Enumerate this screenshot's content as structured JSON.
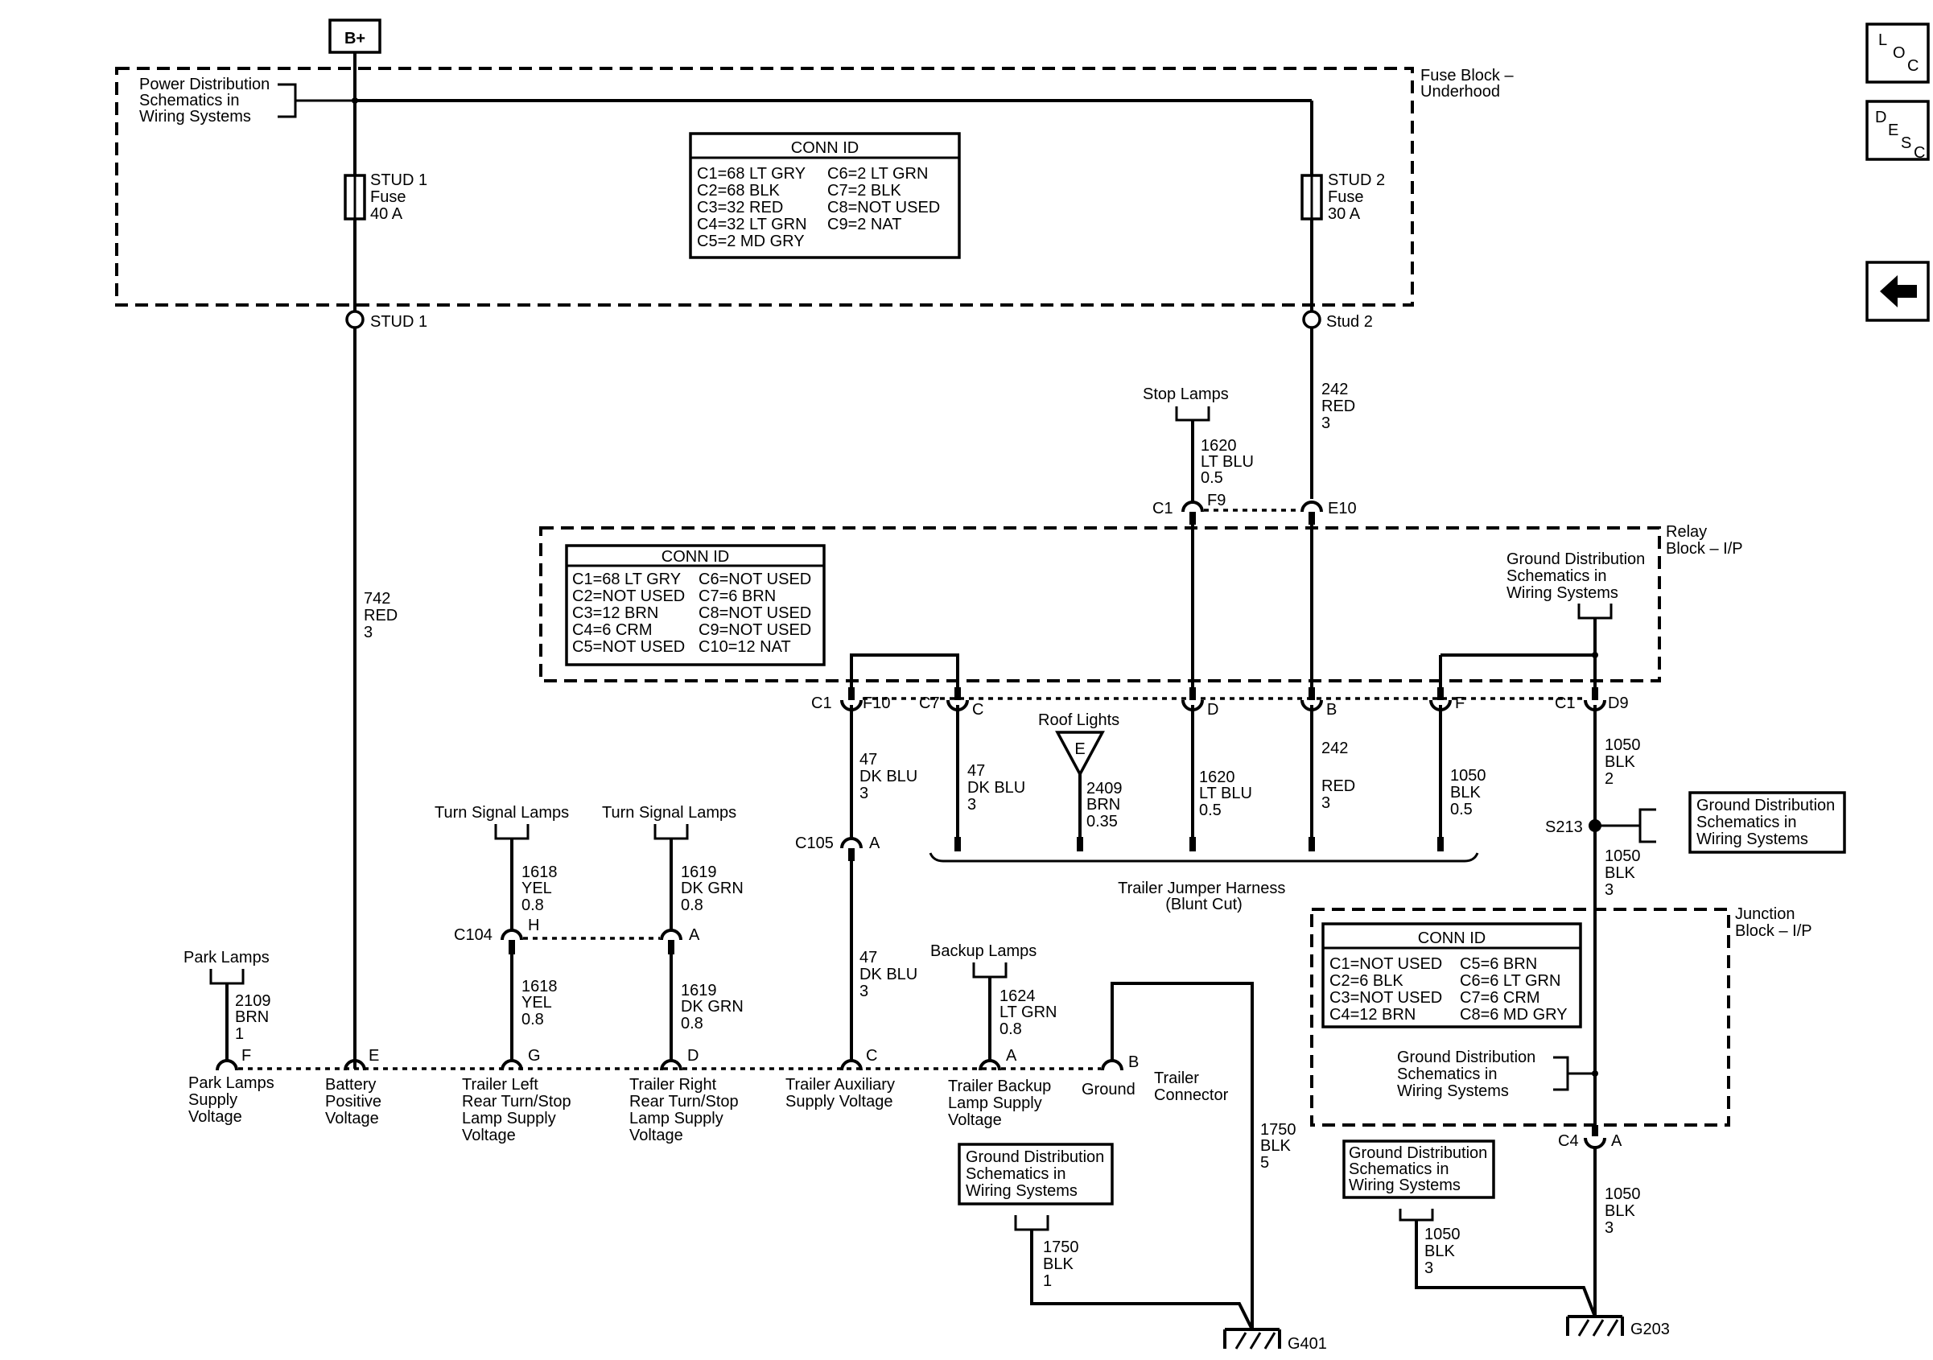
{
  "power": {
    "label": "B+"
  },
  "fuse_block": {
    "title": [
      "Fuse Block –",
      "Underhood"
    ],
    "power_ref": [
      "Power Distribution",
      "Schematics in",
      "Wiring Systems"
    ],
    "conn_id_title": "CONN ID",
    "conn_id_col1": [
      "C1=68 LT GRY",
      "C2=68 BLK",
      "C3=32 RED",
      "C4=32 LT GRN",
      "C5=2 MD GRY"
    ],
    "conn_id_col2": [
      "C6=2 LT GRN",
      "C7=2 BLK",
      "C8=NOT USED",
      "C9=2 NAT"
    ],
    "fuse1": [
      "STUD 1",
      "Fuse",
      "40 A"
    ],
    "fuse2": [
      "STUD 2",
      "Fuse",
      "30 A"
    ],
    "stud1_label": "STUD 1",
    "stud2_label": "Stud 2"
  },
  "relay_block": {
    "title": [
      "Relay",
      "Block – I/P"
    ],
    "conn_id_title": "CONN ID",
    "conn_id_col1": [
      "C1=68 LT GRY",
      "C2=NOT USED",
      "C3=12 BRN",
      "C4=6 CRM",
      "C5=NOT USED"
    ],
    "conn_id_col2": [
      "C6=NOT USED",
      "C7=6 BRN",
      "C8=NOT USED",
      "C9=NOT USED",
      "C10=12 NAT"
    ],
    "ground_ref": [
      "Ground Distribution",
      "Schematics in",
      "Wiring Systems"
    ]
  },
  "junction_block": {
    "title": [
      "Junction",
      "Block – I/P"
    ],
    "conn_id_title": "CONN ID",
    "conn_id_col1": [
      "C1=NOT USED",
      "C2=6 BLK",
      "C3=NOT USED",
      "C4=12 BRN"
    ],
    "conn_id_col2": [
      "C5=6 BRN",
      "C6=6 LT GRN",
      "C7=6 CRM",
      "C8=6 MD GRY"
    ],
    "ground_ref": [
      "Ground Distribution",
      "Schematics in",
      "Wiring Systems"
    ]
  },
  "wires": {
    "w742": [
      "742",
      "RED",
      "3"
    ],
    "w242_top": [
      "242",
      "RED",
      "3"
    ],
    "w1620_top": [
      "1620",
      "LT BLU",
      "0.5"
    ],
    "w47_a": [
      "47",
      "DK BLU",
      "3"
    ],
    "w47_b": [
      "47",
      "DK BLU",
      "3"
    ],
    "w47_c": [
      "47",
      "DK BLU",
      "3"
    ],
    "w2409": [
      "2409",
      "BRN",
      "0.35"
    ],
    "w1620_bot": [
      "1620",
      "LT BLU",
      "0.5"
    ],
    "w242_bot": [
      "242",
      "RED",
      "3"
    ],
    "w1050_relay": [
      "1050",
      "BLK",
      "0.5"
    ],
    "w1050_d9": [
      "1050",
      "BLK",
      "2"
    ],
    "w1050_s213": [
      "1050",
      "BLK",
      "3"
    ],
    "w1050_c4": [
      "1050",
      "BLK",
      "3"
    ],
    "w1050_g203": [
      "1050",
      "BLK",
      "3"
    ],
    "w1618_top": [
      "1618",
      "YEL",
      "0.8"
    ],
    "w1618_bot": [
      "1618",
      "YEL",
      "0.8"
    ],
    "w1619_top": [
      "1619",
      "DK GRN",
      "0.8"
    ],
    "w1619_bot": [
      "1619",
      "DK GRN",
      "0.8"
    ],
    "w2109": [
      "2109",
      "BRN",
      "1"
    ],
    "w1624": [
      "1624",
      "LT GRN",
      "0.8"
    ],
    "w1750_tc": [
      "1750",
      "BLK",
      "5"
    ],
    "w1750_gd": [
      "1750",
      "BLK",
      "1"
    ]
  },
  "connectors": {
    "c1_f9": [
      "C1",
      "F9"
    ],
    "e10": "E10",
    "c1_f10": [
      "C1",
      "F10"
    ],
    "c7_c": [
      "C7",
      "C"
    ],
    "d": "D",
    "b": "B",
    "f": "F",
    "c1_d9": [
      "C1",
      "D9"
    ],
    "c105_a": [
      "C105",
      "A"
    ],
    "c104_h": [
      "C104",
      "H"
    ],
    "a_c104": "A",
    "s213": "S213",
    "c4_a": [
      "C4",
      "A"
    ],
    "trailer_pins": [
      "F",
      "E",
      "G",
      "D",
      "C",
      "A",
      "B"
    ]
  },
  "components": {
    "stop_lamps": "Stop Lamps",
    "roof_lights": "Roof Lights",
    "roof_lights_symbol": "E",
    "turn_signal_left": "Turn Signal Lamps",
    "turn_signal_right": "Turn Signal Lamps",
    "park_lamps": "Park Lamps",
    "backup_lamps": "Backup Lamps",
    "jumper_harness": [
      "Trailer Jumper Harness",
      "(Blunt Cut)"
    ],
    "trailer_connector": [
      "Trailer",
      "Connector"
    ],
    "ground_ref_s213": [
      "Ground Distribution",
      "Schematics in",
      "Wiring Systems"
    ],
    "ground_ref_g401": [
      "Ground Distribution",
      "Schematics in",
      "Wiring Systems"
    ],
    "ground_ref_g203": [
      "Ground Distribution",
      "Schematics in",
      "Wiring Systems"
    ],
    "g401": "G401",
    "g203": "G203"
  },
  "pin_functions": {
    "park": [
      "Park Lamps",
      "Supply",
      "Voltage"
    ],
    "battery": [
      "Battery",
      "Positive",
      "Voltage"
    ],
    "left": [
      "Trailer Left",
      "Rear Turn/Stop",
      "Lamp Supply",
      "Voltage"
    ],
    "right": [
      "Trailer Right",
      "Rear Turn/Stop",
      "Lamp Supply",
      "Voltage"
    ],
    "aux": [
      "Trailer Auxiliary",
      "Supply Voltage"
    ],
    "backup": [
      "Trailer Backup",
      "Lamp Supply",
      "Voltage"
    ],
    "ground": [
      "Ground"
    ]
  },
  "nav": {
    "loc": [
      "L",
      "O",
      "C"
    ],
    "desc": [
      "D",
      "E",
      "S",
      "C"
    ],
    "back_icon": "left-arrow-icon"
  }
}
